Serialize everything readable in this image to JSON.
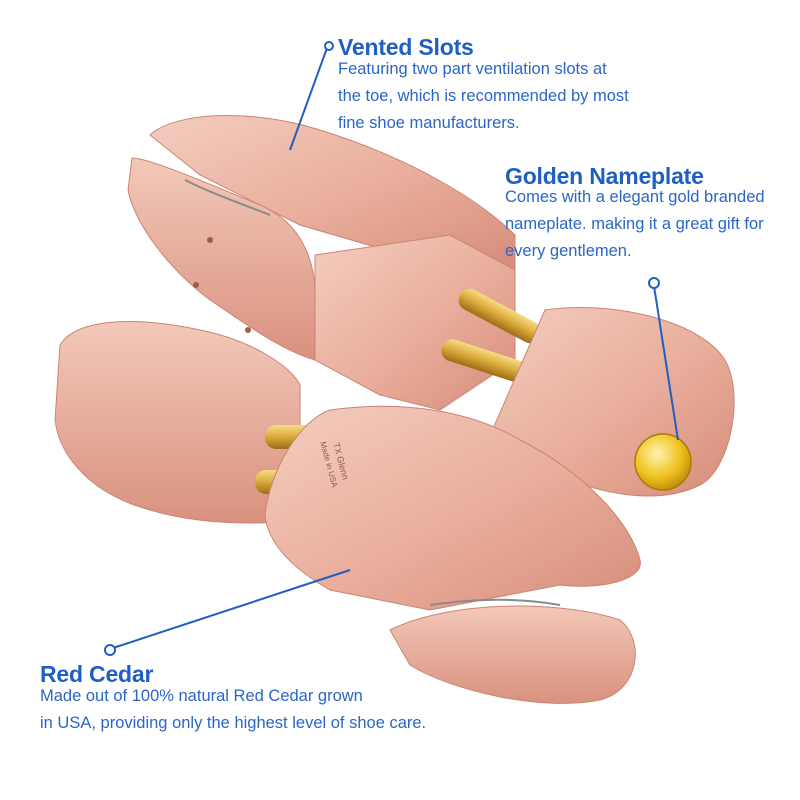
{
  "colors": {
    "accent_blue": "#1f5fc4",
    "cedar_light": "#f1c3b4",
    "cedar_mid": "#e3a08e",
    "cedar_dark": "#c97b6b",
    "brass": "#d9a93a"
  },
  "callouts": {
    "vented_slots": {
      "title": "Vented Slots",
      "lines": [
        "Featuring two part ventilation slots at",
        "the toe, which is recommended by most",
        "fine shoe manufacturers."
      ]
    },
    "golden_nameplate": {
      "title": "Golden Nameplate",
      "lines": [
        "Comes with a elegant gold branded",
        "nameplate. making it a great gift for",
        "every gentlemen."
      ]
    },
    "red_cedar": {
      "title": "Red Cedar",
      "lines": [
        "Made out of 100% natural Red Cedar grown",
        "in USA, providing only the highest level of shoe care."
      ]
    }
  },
  "product": {
    "stamp_lines": [
      "TX Glenn",
      "Made in USA"
    ]
  }
}
